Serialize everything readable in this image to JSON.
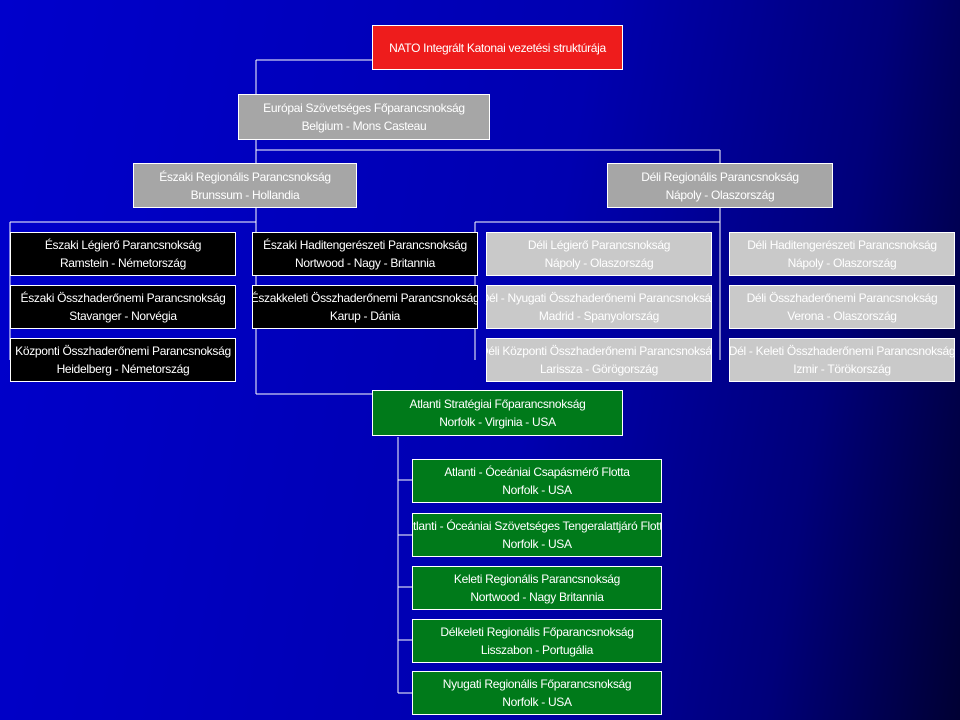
{
  "title": "NATO Integrált Katonai vezetési struktúrája",
  "europe": {
    "name": "Európai Szövetséges Főparancsnokság",
    "location": "Belgium - Mons Casteau"
  },
  "north": {
    "name": "Északi Regionális Parancsnokság",
    "location": "Brunssum - Hollandia"
  },
  "south": {
    "name": "Déli Regionális Parancsnokság",
    "location": "Nápoly - Olaszország"
  },
  "north_subs": [
    {
      "name": "Északi Légierő Parancsnokság",
      "location": "Ramstein - Németország"
    },
    {
      "name": "Északi Haditengerészeti Parancsnokság",
      "location": "Nortwood - Nagy - Britannia"
    },
    {
      "name": "Északi Összhaderőnemi Parancsnokság",
      "location": "Stavanger - Norvégia"
    },
    {
      "name": "Északkeleti Összhaderőnemi Parancsnokság",
      "location": "Karup - Dánia"
    },
    {
      "name": "Központi Összhaderőnemi Parancsnokság",
      "location": "Heidelberg - Németország"
    }
  ],
  "south_subs": [
    {
      "name": "Déli Légierő Parancsnokság",
      "location": "Nápoly - Olaszország"
    },
    {
      "name": "Déli Haditengerészeti Parancsnokság",
      "location": "Nápoly - Olaszország"
    },
    {
      "name": "Dél - Nyugati Összhaderőnemi Parancsnokság",
      "location": "Madrid - Spanyolország"
    },
    {
      "name": "Déli Összhaderőnemi Parancsnokság",
      "location": "Verona - Olaszország"
    },
    {
      "name": "Déli Központi Összhaderőnemi Parancsnokság",
      "location": "Larissza - Görögország"
    },
    {
      "name": "Dél - Keleti Összhaderőnemi Parancsnokság",
      "location": "Izmir - Törökország"
    }
  ],
  "atlantic": {
    "name": "Atlanti Stratégiai Főparancsnokság",
    "location": "Norfolk - Virginia - USA"
  },
  "atlantic_subs": [
    {
      "name": "Atlanti - Óceániai Csapásmérő Flotta",
      "location": "Norfolk - USA"
    },
    {
      "name": "Atlanti - Óceániai Szövetséges Tengeralattjáró Flotta",
      "location": "Norfolk - USA"
    },
    {
      "name": "Keleti Regionális Parancsnokság",
      "location": "Nortwood - Nagy Britannia"
    },
    {
      "name": "Délkeleti Regionális Főparancsnokság",
      "location": "Lisszabon - Portugália"
    },
    {
      "name": "Nyugati Regionális Főparancsnokság",
      "location": "Norfolk - USA"
    }
  ],
  "colors": {
    "title": "#ee1c1c",
    "command": "#a6a6a6",
    "north_sub": "#000000",
    "south_sub": "#c9c9c9",
    "atlantic": "#007a1a",
    "connector": "#ffffff"
  }
}
